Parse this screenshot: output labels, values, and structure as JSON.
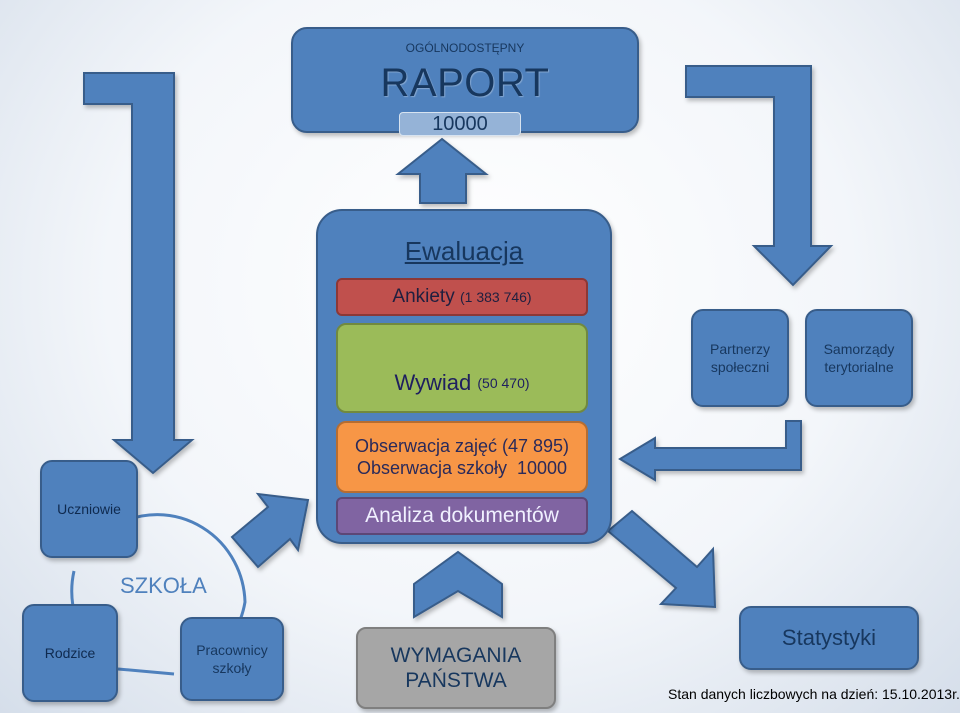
{
  "raport": {
    "label_top": "OGÓLNODOSTĘPNY",
    "title": "RAPORT",
    "count": "10000"
  },
  "ewaluacja": {
    "title": "Ewaluacja",
    "ankiety": {
      "label": "Ankiety",
      "count": "(1 383 746)"
    },
    "wywiad": {
      "label": "Wywiad",
      "count": "(50 470)"
    },
    "obserwacja": {
      "line1": "Obserwacja zajęć (47 895)",
      "line2": "Obserwacja szkoły  10000"
    },
    "analiza": "Analiza dokumentów"
  },
  "partnerzy": {
    "line1": "Partnerzy",
    "line2": "społeczni"
  },
  "samorzady": {
    "line1": "Samorządy",
    "line2": "terytorialne"
  },
  "uczniowie": "Uczniowie",
  "rodzice": "Rodzice",
  "pracownicy": {
    "line1": "Pracownicy",
    "line2": "szkoły"
  },
  "szkola": "SZKOŁA",
  "wymagania": {
    "line1": "WYMAGANIA",
    "line2": "PAŃSTWA"
  },
  "statystyki": "Statystyki",
  "footnote": "Stan danych liczbowych na dzień: 15.10.2013r.",
  "colors": {
    "blue": "#4f81bd",
    "red": "#c0504d",
    "green": "#9bbb59",
    "orange": "#f79646",
    "purple": "#8064a2",
    "gray": "#a6a6a6"
  }
}
